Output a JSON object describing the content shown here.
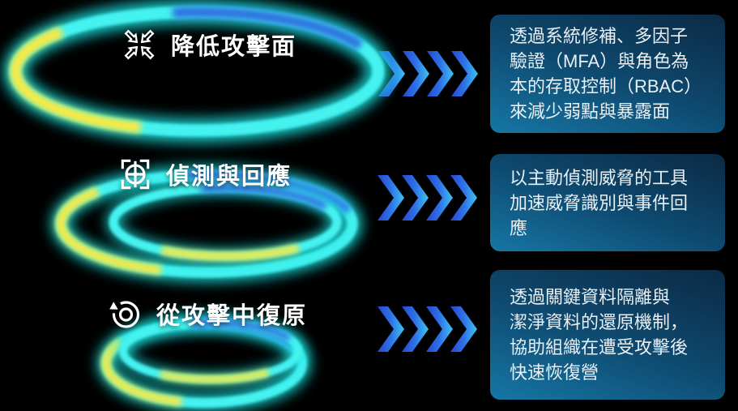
{
  "colors": {
    "background": "#000000",
    "ring_cyan": "#2ae8e6",
    "ring_yellow": "#ffe93c",
    "ring_blue": "#2f72e0",
    "chevron_blue_start": "#2946d2",
    "chevron_blue_end": "#3fc3f2",
    "box_gradient_top": "#0b2a44",
    "box_gradient_bottom": "#1677a5",
    "title_color": "#ffffff",
    "box_text_color": "#e9f0f5"
  },
  "rows": [
    {
      "icon": "compress-arrows-icon",
      "title": "降低攻擊面",
      "description_lines": [
        "透過系統修補、多因子",
        "驗證（MFA）與角色為",
        "本的存取控制（RBAC）",
        "來減少弱點與暴露面"
      ]
    },
    {
      "icon": "target-detect-icon",
      "title": "偵測與回應",
      "description_lines": [
        "以主動偵測威脅的工具",
        "加速威脅識別與事件回",
        "應"
      ]
    },
    {
      "icon": "restore-icon",
      "title": "從攻擊中復原",
      "description_lines": [
        "透過關鍵資料隔離與",
        "潔淨資料的還原機制，",
        "協助組織在遭受攻擊後",
        "快速恢復營"
      ]
    }
  ]
}
